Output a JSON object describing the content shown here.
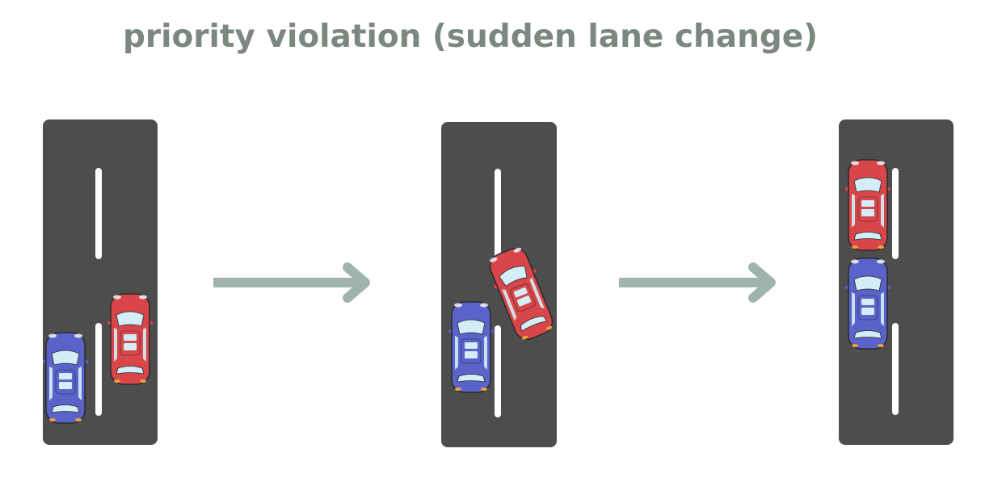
{
  "title": "priority violation (sudden lane change)",
  "colors": {
    "title": "#7a887f",
    "road": "#4d4d4d",
    "lane_marking": "#ffffff",
    "arrow": "#9fb5ac",
    "blue_car": "#5a63c9",
    "red_car": "#d9464a"
  },
  "panels": [
    {
      "step": 1,
      "blue_car": "left lane",
      "red_car": "right lane, ahead"
    },
    {
      "step": 2,
      "blue_car": "left lane",
      "red_car": "cutting into left lane"
    },
    {
      "step": 3,
      "blue_car": "left lane",
      "red_car": "left lane, in front of blue car"
    }
  ]
}
